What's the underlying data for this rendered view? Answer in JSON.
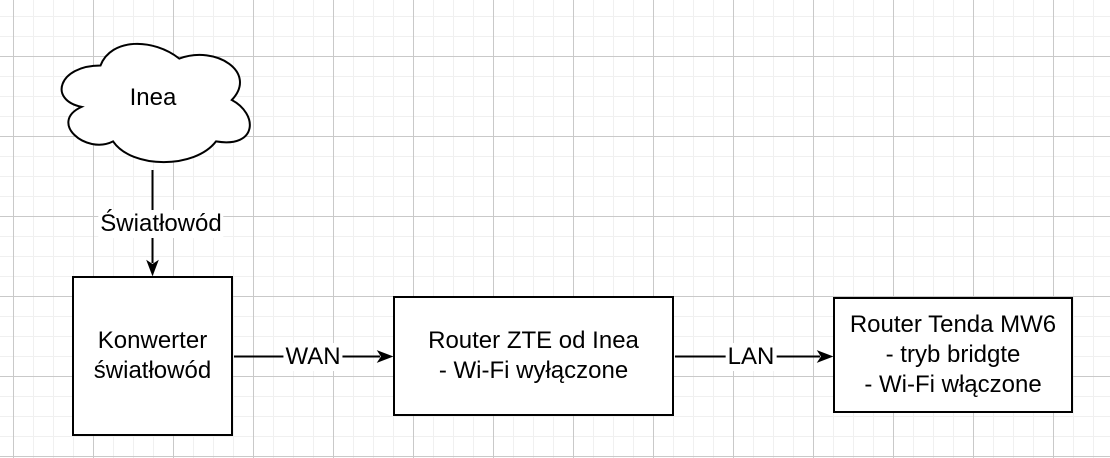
{
  "colors": {
    "stroke": "#000000",
    "fill": "#ffffff",
    "grid_minor": "#f0f0f0",
    "grid_major": "#c9c9c9"
  },
  "diagram": {
    "cloud": {
      "label": "Inea"
    },
    "nodes": [
      {
        "lines": [
          "Konwerter",
          "światłowód"
        ]
      },
      {
        "lines": [
          "Router ZTE od Inea",
          "- Wi-Fi wyłączone"
        ]
      },
      {
        "lines": [
          "Router Tenda MW6",
          "- tryb bridgte",
          "- Wi-Fi włączone"
        ]
      }
    ],
    "edges": [
      {
        "label": "Światłowód",
        "from": "Inea",
        "to": "Konwerter światłowód"
      },
      {
        "label": "WAN",
        "from": "Konwerter światłowód",
        "to": "Router ZTE od Inea"
      },
      {
        "label": "LAN",
        "from": "Router ZTE od Inea",
        "to": "Router Tenda MW6"
      }
    ]
  }
}
